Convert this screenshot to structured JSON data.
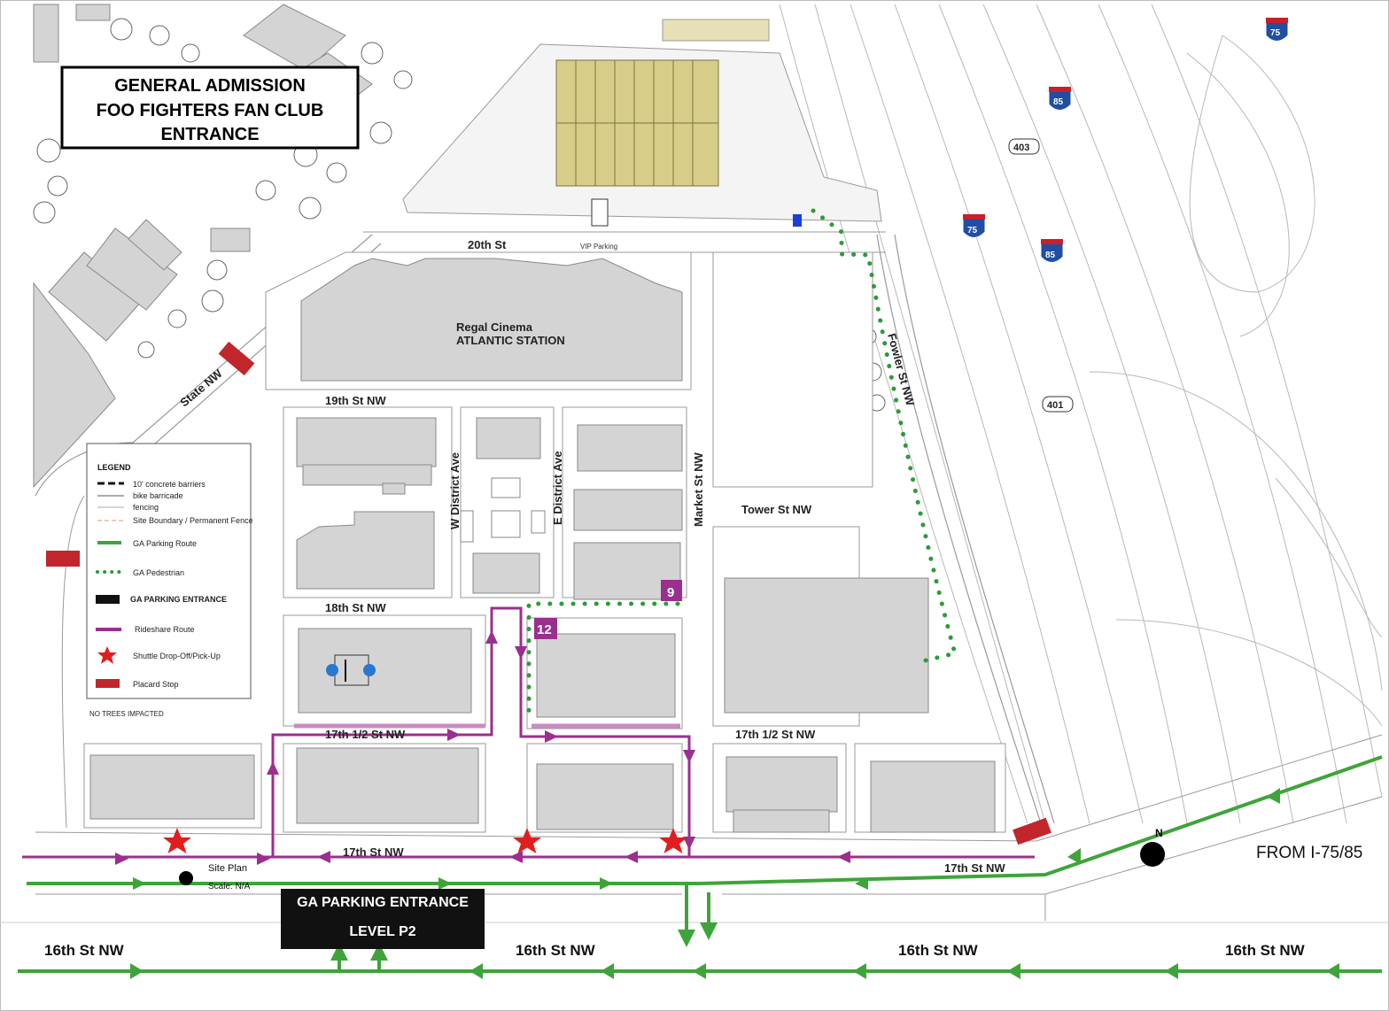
{
  "title": {
    "line1": "GENERAL ADMISSION",
    "line2": "FOO FIGHTERS FAN CLUB",
    "line3": "ENTRANCE"
  },
  "streets": {
    "s20th": "20th St",
    "vip_parking": "VIP Parking",
    "s19th": "19th St NW",
    "s18th": "18th St NW",
    "s17half_left": "17th 1/2 St NW",
    "s17half_right": "17th 1/2 St NW",
    "s17th_left": "17th St NW",
    "s17th_right": "17th St NW",
    "s16th_1": "16th St NW",
    "s16th_2": "16th St NW",
    "s16th_3": "16th St NW",
    "s16th_4": "16th St NW",
    "state": "State NW",
    "fowler": "Fowler St NW",
    "w_district": "W District Ave",
    "e_district": "E District Ave",
    "market": "Market St NW",
    "tower": "Tower St NW"
  },
  "landmarks": {
    "regal_line1": "Regal Cinema",
    "regal_line2": "ATLANTIC STATION"
  },
  "highways": {
    "i75_top": "75",
    "i85_top": "85",
    "i75_mid": "75",
    "i85_mid": "85",
    "r403": "403",
    "r401": "401"
  },
  "markers": {
    "deck9": "9",
    "deck12": "12",
    "north": "N"
  },
  "parking_entrance": {
    "line1": "GA PARKING ENTRANCE",
    "line2": "LEVEL P2"
  },
  "from_label": "FROM I-75/85",
  "site_plan": {
    "label": "Site Plan",
    "scale": "Scale: N/A"
  },
  "legend": {
    "title": "LEGEND",
    "items": [
      "10' concrete barriers",
      "bike barricade",
      "fencing",
      "Site Boundary / Permanent Fence",
      "GA Parking Route",
      "GA Pedestrian",
      "GA PARKING ENTRANCE",
      "Rideshare Route",
      "Shuttle Drop-Off/Pick-Up",
      "Placard Stop"
    ],
    "note": "NO TREES IMPACTED"
  },
  "colors": {
    "parking_route": "#3ea43a",
    "pedestrian": "#2e9a3a",
    "rideshare": "#9b2f8e",
    "rideshare_light": "#c98cc0",
    "shuttle_star": "#e21d1d",
    "placard": "#c0262b",
    "building": "#d4d4d4",
    "stage": "#d8cd88",
    "interstate": "#1f4ea3"
  },
  "icons": [
    "interstate-shield-icon",
    "state-route-icon",
    "star-icon",
    "north-arrow-icon"
  ]
}
